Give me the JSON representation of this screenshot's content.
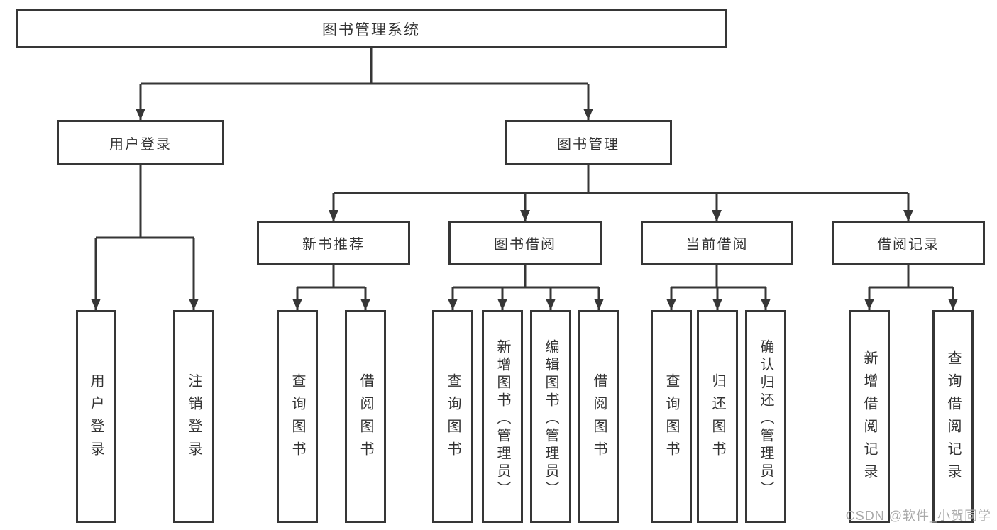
{
  "tree": {
    "label": "图书管理系统",
    "children": [
      {
        "label": "用户登录",
        "children": [
          {
            "label": "用户登录"
          },
          {
            "label": "注销登录"
          }
        ]
      },
      {
        "label": "图书管理",
        "children": [
          {
            "label": "新书推荐",
            "children": [
              {
                "label": "查询图书"
              },
              {
                "label": "借阅图书"
              }
            ]
          },
          {
            "label": "图书借阅",
            "children": [
              {
                "label": "查询图书"
              },
              {
                "label": "新增图书（管理员）"
              },
              {
                "label": "编辑图书（管理员）"
              },
              {
                "label": "借阅图书"
              }
            ]
          },
          {
            "label": "当前借阅",
            "children": [
              {
                "label": "查询图书"
              },
              {
                "label": "归还图书"
              },
              {
                "label": "确认归还（管理员）"
              }
            ]
          },
          {
            "label": "借阅记录",
            "children": [
              {
                "label": "新增借阅记录"
              },
              {
                "label": "查询借阅记录"
              }
            ]
          }
        ]
      }
    ]
  },
  "watermark": {
    "text": "CSDN @软件_小贺同学"
  },
  "colors": {
    "line": "#363636",
    "text": "#333333",
    "background": "#ffffff",
    "watermark": "#a9a9a9"
  }
}
